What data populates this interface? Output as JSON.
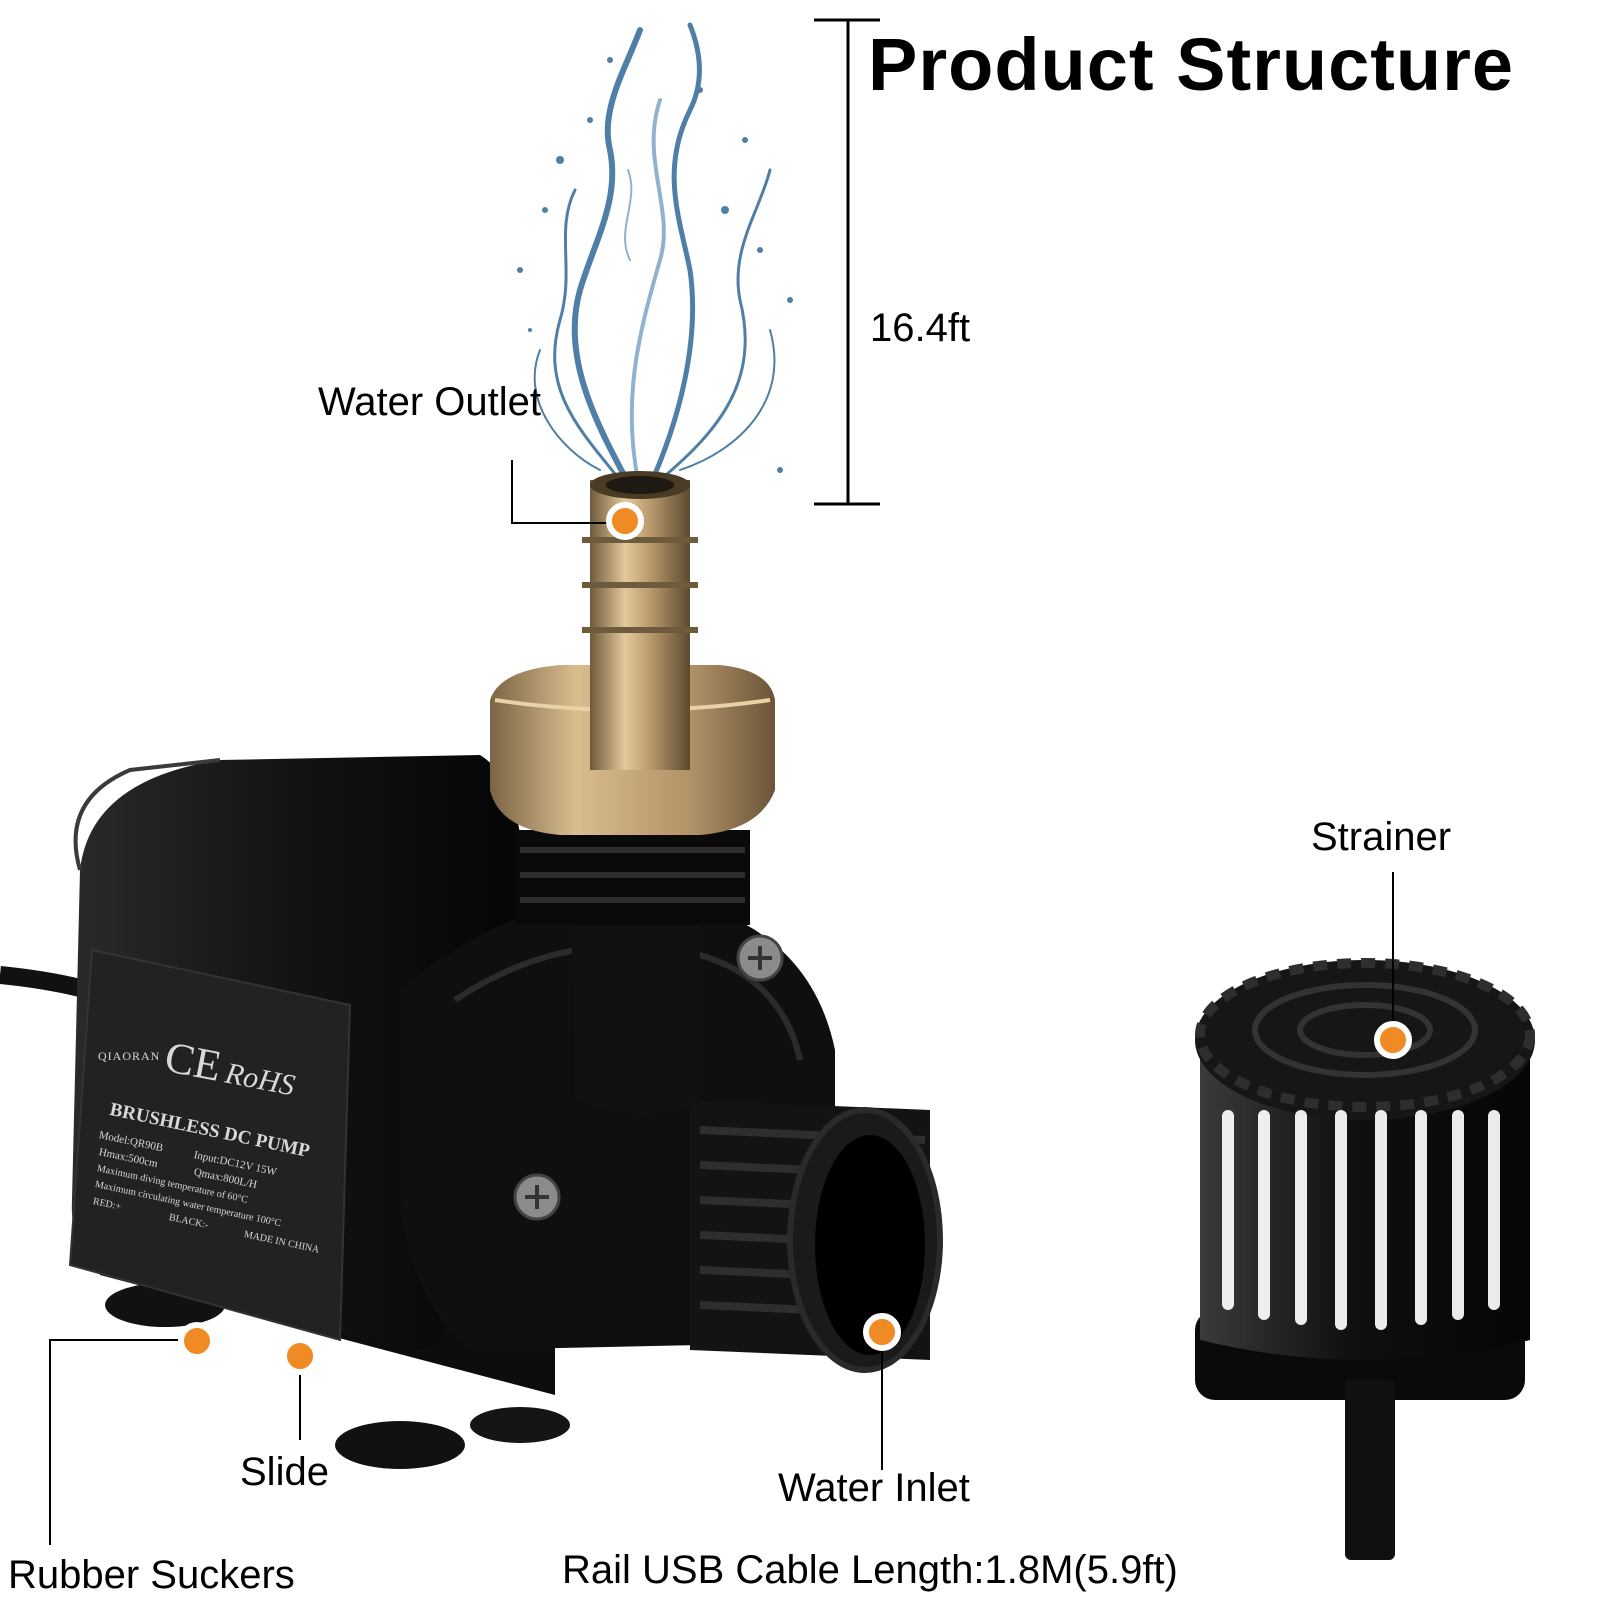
{
  "title": "Product Structure",
  "height_label": "16.4ft",
  "labels": {
    "water_outlet": "Water Outlet",
    "strainer": "Strainer",
    "slide": "Slide",
    "water_inlet": "Water Inlet",
    "rubber_suckers": "Rubber Suckers",
    "cable": "Rail USB Cable Length:1.8M(5.9ft)"
  },
  "pump_label": {
    "brand": "QIAORAN",
    "ce": "CE",
    "rohs": "RoHS",
    "product": "BRUSHLESS DC PUMP",
    "model": "Model:QR90B",
    "input": "Input:DC12V 15W",
    "hmax": "Hmax:500cm",
    "qmax": "Qmax:800L/H",
    "dive_temp": "Maximum diving temperature of 60°C",
    "circ_temp": "Maximum circulating water temperature 100°C",
    "red": "RED:+",
    "black": "BLACK:-",
    "origin": "MADE IN CHINA"
  },
  "colors": {
    "marker": "#f08a24",
    "pump_body": "#141414",
    "brass": "#b99a6c",
    "water": "#4f7fa6"
  }
}
